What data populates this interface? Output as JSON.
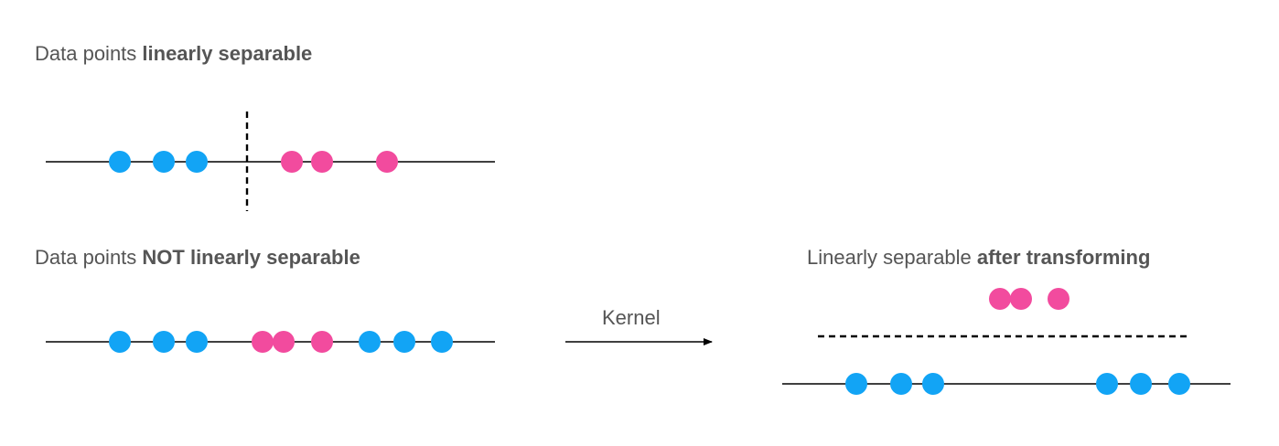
{
  "panels": {
    "separable": {
      "title_plain": "Data points ",
      "title_bold": "linearly separable"
    },
    "not_separable": {
      "title_plain": "Data points ",
      "title_bold": "NOT linearly separable"
    },
    "transformed": {
      "title_plain": "Linearly separable ",
      "title_bold": "after transforming"
    }
  },
  "arrow": {
    "label": "Kernel"
  },
  "colors": {
    "blue": "#12A4F5",
    "pink": "#F24B9E",
    "line": "#000000",
    "text": "#555555"
  },
  "points": {
    "separable": [
      "blue",
      "blue",
      "blue",
      "pink",
      "pink",
      "pink"
    ],
    "not_separable": [
      "blue",
      "blue",
      "blue",
      "pink",
      "pink",
      "pink",
      "blue",
      "blue",
      "blue"
    ],
    "transformed_top": [
      "pink",
      "pink",
      "pink"
    ],
    "transformed_bottom": [
      "blue",
      "blue",
      "blue",
      "blue",
      "blue",
      "blue"
    ]
  }
}
